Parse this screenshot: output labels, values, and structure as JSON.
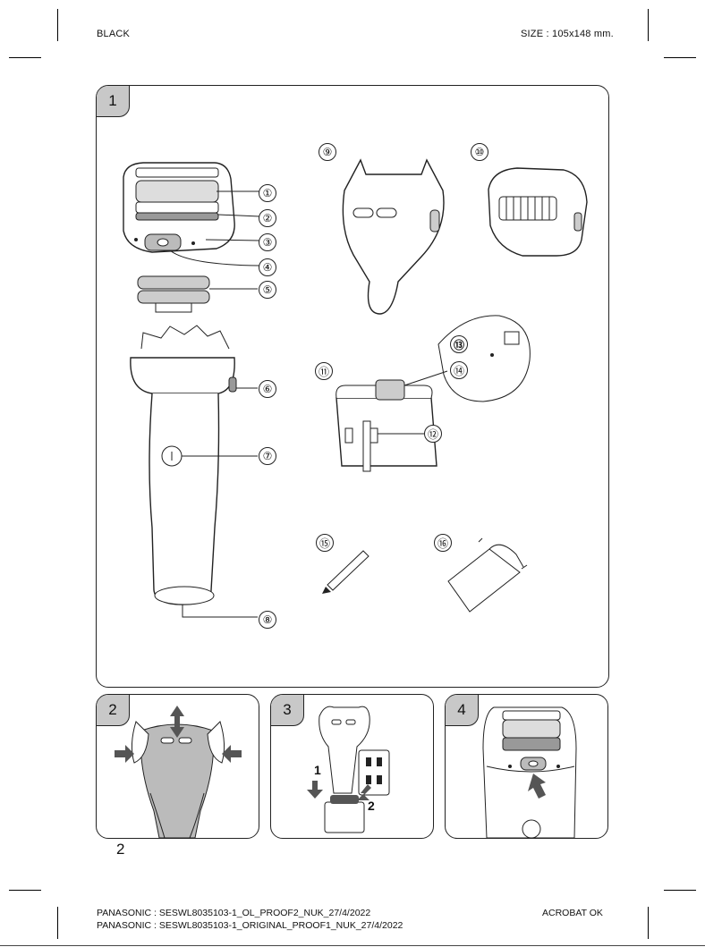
{
  "header": {
    "left": "BLACK",
    "right": "SIZE : 105x148 mm."
  },
  "panels": [
    {
      "id": "1",
      "label": "1"
    },
    {
      "id": "2",
      "label": "2"
    },
    {
      "id": "3",
      "label": "3"
    },
    {
      "id": "4",
      "label": "4"
    }
  ],
  "callouts": {
    "c1": "①",
    "c2": "②",
    "c3": "③",
    "c4": "④",
    "c5": "⑤",
    "c6": "⑥",
    "c7": "⑦",
    "c8": "⑧",
    "c9": "⑨",
    "c10": "⑩",
    "c11": "⑪",
    "c12": "⑫",
    "c13": "⑬",
    "c14": "⑭",
    "c15": "⑮",
    "c16": "⑯"
  },
  "step3": {
    "step1": "1",
    "step2": "2"
  },
  "page_number": "2",
  "footer": {
    "line1": "PANASONIC : SESWL8035103-1_OL_PROOF2_NUK_27/4/2022",
    "line2": "PANASONIC : SESWL8035103-1_ORIGINAL_PROOF1_NUK_27/4/2022",
    "right": "ACROBAT OK"
  }
}
